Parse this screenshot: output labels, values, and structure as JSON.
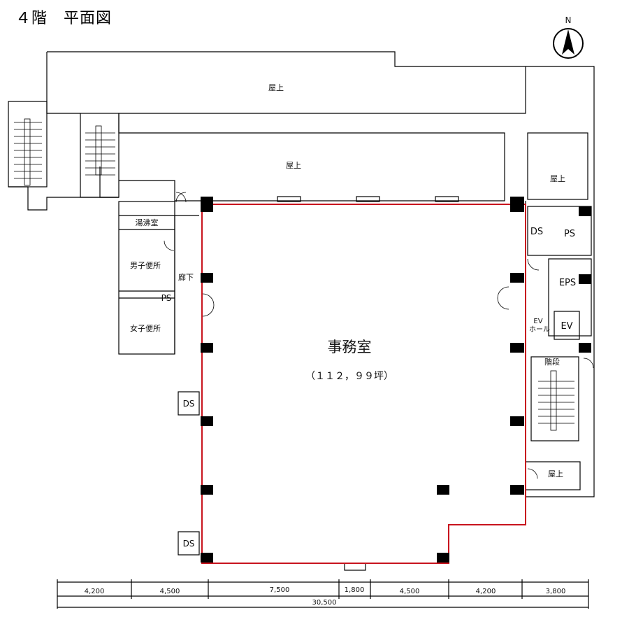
{
  "title": "４階　平面図",
  "compass": {
    "north_label": "N"
  },
  "rooms": {
    "rooftop_1": "屋上",
    "rooftop_2": "屋上",
    "rooftop_3": "屋上",
    "rooftop_4": "屋上",
    "kitchenette": "湯沸室",
    "mens_toilet": "男子便所",
    "womens_toilet": "女子便所",
    "ps_left": "PS",
    "corridor": "廊下",
    "ds_top": "DS",
    "ds_bottom": "DS",
    "ds_right": "DS",
    "ps_right": "PS",
    "eps": "EPS",
    "ev_hall_1": "EV",
    "ev_hall_2": "ホール",
    "ev": "EV",
    "stairs": "階段",
    "office": "事務室",
    "office_area": "（１１２，９９坪）"
  },
  "dimensions": {
    "spans": [
      "4,200",
      "4,500",
      "7,500",
      "1,800",
      "4,500",
      "4,200",
      "3,800"
    ],
    "total": "30,500"
  },
  "colors": {
    "office_outline": "#c8141e",
    "wall": "#000000"
  }
}
